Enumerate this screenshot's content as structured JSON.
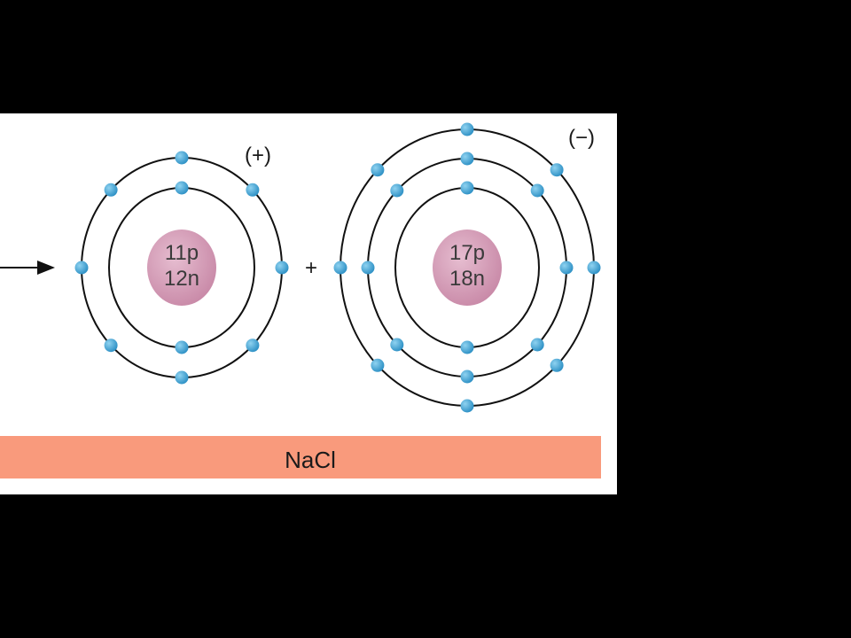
{
  "colors": {
    "background": "#000000",
    "panel": "#ffffff",
    "nucleus": "#d9a6bf",
    "electron": "#3aa7d9",
    "shell": "#111111",
    "bar": "#f99a7c"
  },
  "sodium": {
    "protons": "11p",
    "neutrons": "12n",
    "charge": "(+)",
    "shell_electrons": [
      2,
      8
    ]
  },
  "chlorine": {
    "protons": "17p",
    "neutrons": "18n",
    "charge": "(−)",
    "shell_electrons": [
      2,
      8,
      8
    ]
  },
  "plus_sign": "+",
  "product_label": "NaCl"
}
